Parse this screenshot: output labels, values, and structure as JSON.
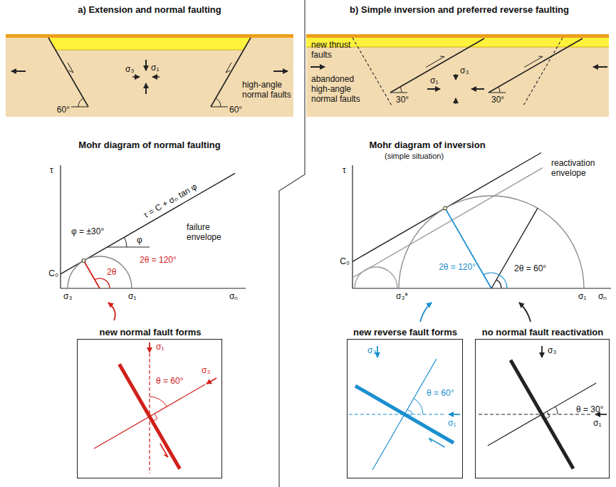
{
  "diagram": {
    "nodes": [
      {
        "text": [
          "σ₁",
          "σ₃",
          "60°",
          "60°",
          "high-angle normal faults"
        ]
      },
      {
        "text": [
          "new thrust faults",
          "30°",
          "30°",
          "abandoned high-angle normal faults",
          "σ₁",
          "σ₃"
        ]
      },
      {
        "text": [
          "new normal fault forms",
          "σ₁",
          "θ = 60°",
          "σ₃"
        ]
      },
      {
        "text": [
          "new reverse fault forms",
          "σ₃",
          "θ = 60°",
          "σ₁"
        ]
      },
      {
        "text": [
          "no normal fault reactivation",
          "σ₃",
          "θ = 30°",
          "σ₁"
        ]
      }
    ],
    "labels": [
      "a) Extension and normal faulting",
      "b) Simple inversion and preferred reverse faulting",
      "Mohr diagram of normal faulting",
      "τ",
      "τ = C + σₙ tan φ",
      "φ = ±30°",
      "φ",
      "failure envelope",
      "2θ = 120°",
      "2θ",
      "C₀",
      "σ₃",
      "σ₁",
      "σₙ",
      "Mohr diagram of inversion",
      "(simple situation)",
      "τ",
      "reactivation envelope",
      "C₀",
      "σ₃*",
      "2θ = 120°",
      "2θ = 60°",
      "σ₁",
      "σₙ"
    ]
  }
}
